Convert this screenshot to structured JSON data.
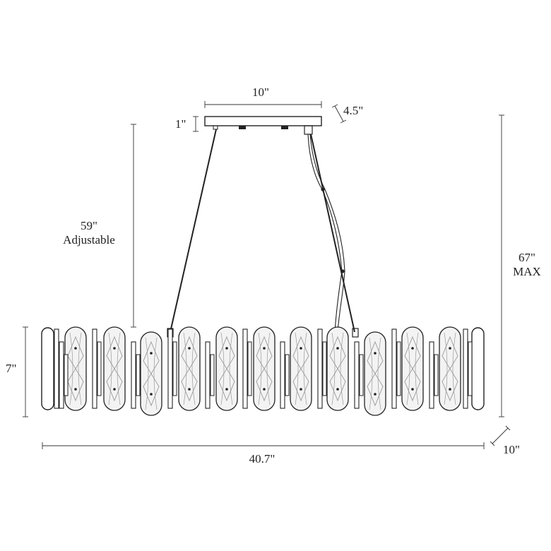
{
  "dimensions": {
    "canopy_width": "10\"",
    "canopy_depth": "4.5\"",
    "canopy_height": "1\"",
    "cable_length": "59\"",
    "cable_note": "Adjustable",
    "overall_height": "67\"",
    "overall_height_note": "MAX",
    "fixture_height": "7\"",
    "fixture_width": "40.7\"",
    "fixture_depth": "10\""
  },
  "colors": {
    "line": "#222222",
    "shade_fill": "#f3f3f3",
    "pattern": "#9a9a9a"
  }
}
